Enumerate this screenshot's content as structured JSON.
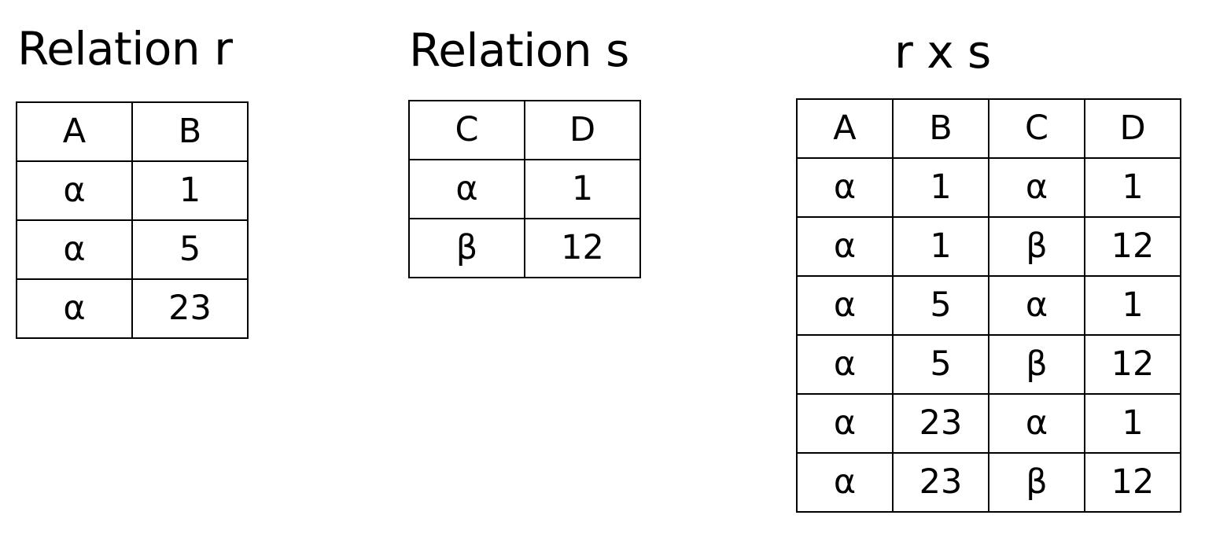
{
  "relation_r": {
    "title": "Relation r",
    "headers": [
      "A",
      "B"
    ],
    "rows": [
      [
        "α",
        "1"
      ],
      [
        "α",
        "5"
      ],
      [
        "α",
        "23"
      ]
    ]
  },
  "relation_s": {
    "title": "Relation s",
    "headers": [
      "C",
      "D"
    ],
    "rows": [
      [
        "α",
        "1"
      ],
      [
        "β",
        "12"
      ]
    ]
  },
  "product": {
    "title": "r x s",
    "headers": [
      "A",
      "B",
      "C",
      "D"
    ],
    "rows": [
      [
        "α",
        "1",
        "α",
        "1"
      ],
      [
        "α",
        "1",
        "β",
        "12"
      ],
      [
        "α",
        "5",
        "α",
        "1"
      ],
      [
        "α",
        "5",
        "β",
        "12"
      ],
      [
        "α",
        "23",
        "α",
        "1"
      ],
      [
        "α",
        "23",
        "β",
        "12"
      ]
    ]
  }
}
